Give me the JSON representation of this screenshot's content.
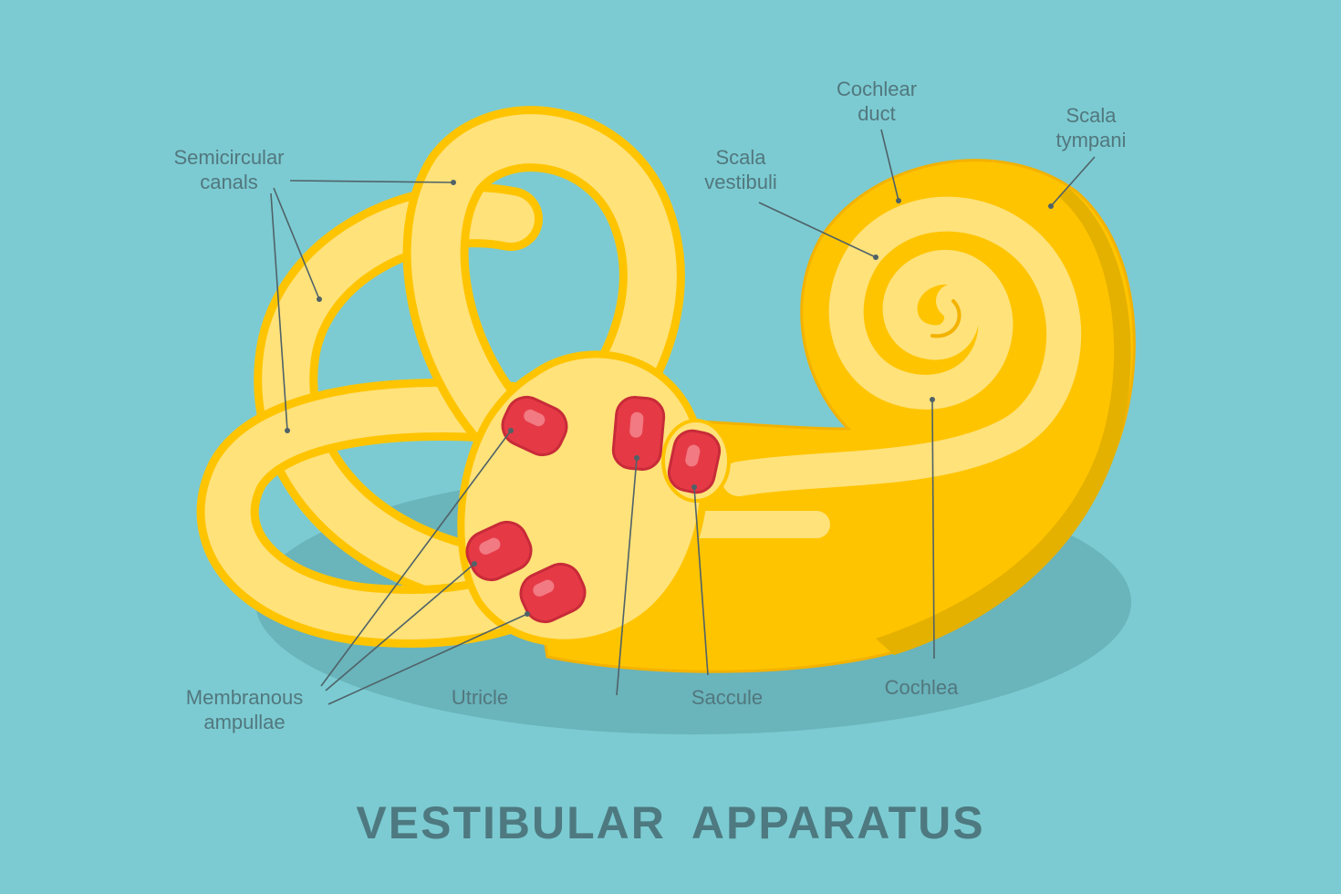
{
  "title": "VESTIBULAR APPARATUS",
  "labels": {
    "semicircular_canals": [
      "Semicircular",
      "canals"
    ],
    "cochlear_duct": [
      "Cochlear",
      "duct"
    ],
    "scala_tympani": [
      "Scala",
      "tympani"
    ],
    "scala_vestibuli": [
      "Scala",
      "vestibuli"
    ],
    "membranous_ampullae": [
      "Membranous",
      "ampullae"
    ],
    "utricle": "Utricle",
    "saccule": "Saccule",
    "cochlea": "Cochlea"
  },
  "colors": {
    "background": "#7ccbd2",
    "bone_dark": "#ffc400",
    "bone_light": "#ffe27a",
    "ampulla_red": "#e53a46",
    "label_text": "#52777e",
    "leader_line": "#4f6268"
  }
}
